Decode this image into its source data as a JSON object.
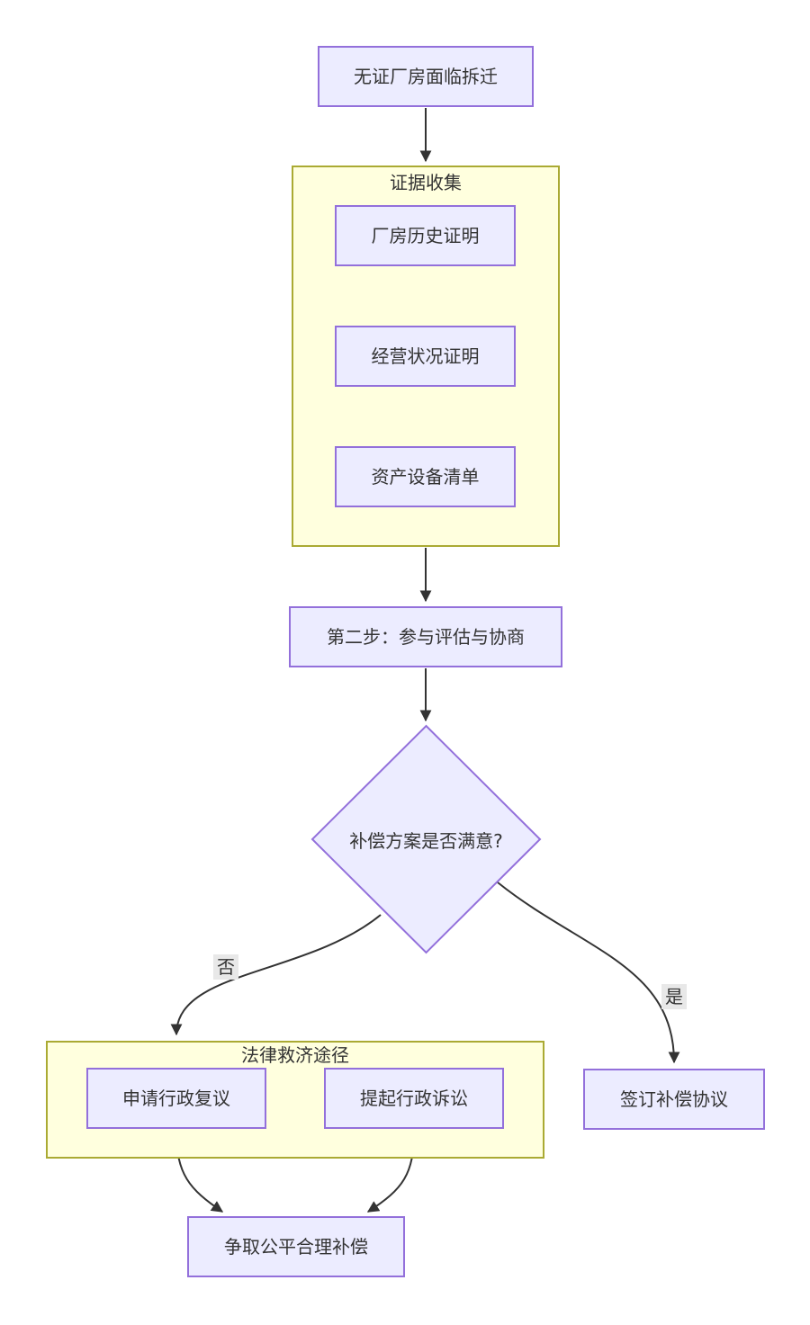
{
  "diagram": {
    "type": "flowchart",
    "direction": "top-down",
    "colors": {
      "node_fill": "#ECECFF",
      "node_border": "#9370DB",
      "cluster_fill": "#FFFFDE",
      "cluster_border": "#AAAA33",
      "edge": "#333333",
      "text": "#333333",
      "edge_label_bg": "#E8E8E8",
      "background": "#FFFFFF"
    },
    "nodes": {
      "start": {
        "label": "无证厂房面临拆迁",
        "shape": "rect"
      },
      "evidence1": {
        "label": "厂房历史证明",
        "shape": "rect"
      },
      "evidence2": {
        "label": "经营状况证明",
        "shape": "rect"
      },
      "evidence3": {
        "label": "资产设备清单",
        "shape": "rect"
      },
      "step2": {
        "label": "第二步：参与评估与协商",
        "shape": "rect"
      },
      "decision": {
        "label": "补偿方案是否满意?",
        "shape": "diamond"
      },
      "legal1": {
        "label": "申请行政复议",
        "shape": "rect"
      },
      "legal2": {
        "label": "提起行政诉讼",
        "shape": "rect"
      },
      "sign": {
        "label": "签订补偿协议",
        "shape": "rect"
      },
      "fair": {
        "label": "争取公平合理补偿",
        "shape": "rect"
      }
    },
    "clusters": {
      "evidence": {
        "title": "证据收集"
      },
      "legal": {
        "title": "法律救济途径"
      }
    },
    "edge_labels": {
      "no": "否",
      "yes": "是"
    },
    "edges": [
      {
        "from": "start",
        "to": "evidence-cluster",
        "label": ""
      },
      {
        "from": "evidence-cluster",
        "to": "step2",
        "label": ""
      },
      {
        "from": "step2",
        "to": "decision",
        "label": ""
      },
      {
        "from": "decision",
        "to": "legal-cluster",
        "label": "否"
      },
      {
        "from": "decision",
        "to": "sign",
        "label": "是"
      },
      {
        "from": "legal1",
        "to": "fair",
        "label": ""
      },
      {
        "from": "legal2",
        "to": "fair",
        "label": ""
      }
    ]
  }
}
